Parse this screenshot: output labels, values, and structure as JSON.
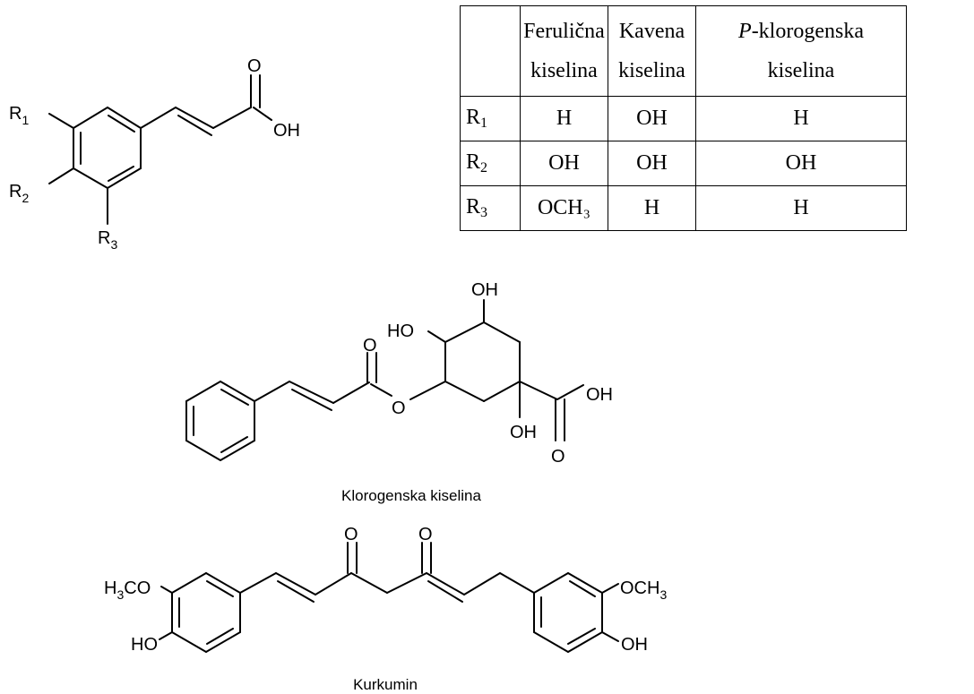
{
  "general_structure": {
    "r1": "R",
    "r1_sub": "1",
    "r2": "R",
    "r2_sub": "2",
    "r3": "R",
    "r3_sub": "3",
    "carbonyl_o": "O",
    "acid_oh": "OH"
  },
  "table": {
    "headers": [
      {
        "line1": "",
        "line2": ""
      },
      {
        "line1": "Ferulična",
        "line2": "kiselina"
      },
      {
        "line1": "Kavena",
        "line2": "kiselina"
      },
      {
        "line1_italic": "P",
        "line1": "-klorogenska",
        "line2": "kiselina"
      }
    ],
    "rows": [
      {
        "label": "R",
        "label_sub": "1",
        "cells": [
          "H",
          "OH",
          "H"
        ]
      },
      {
        "label": "R",
        "label_sub": "2",
        "cells": [
          "OH",
          "OH",
          "OH"
        ]
      },
      {
        "label": "R",
        "label_sub": "3",
        "cells": [
          "OCH₃",
          "H",
          "H"
        ]
      }
    ]
  },
  "chlorogenic": {
    "oh_top": "OH",
    "ho_left": "HO",
    "ester_o": "O",
    "link_o": "O",
    "acid_oh": "OH",
    "ring_oh": "OH",
    "acid_o": "O",
    "caption": "Klorogenska kiselina"
  },
  "curcumin": {
    "o1": "O",
    "o2": "O",
    "h3co": "H",
    "h3co_sub": "3",
    "h3co_rest": "CO",
    "och3": "OCH",
    "och3_sub": "3",
    "ho_left": "HO",
    "oh_right": "OH",
    "caption": "Kurkumin"
  }
}
